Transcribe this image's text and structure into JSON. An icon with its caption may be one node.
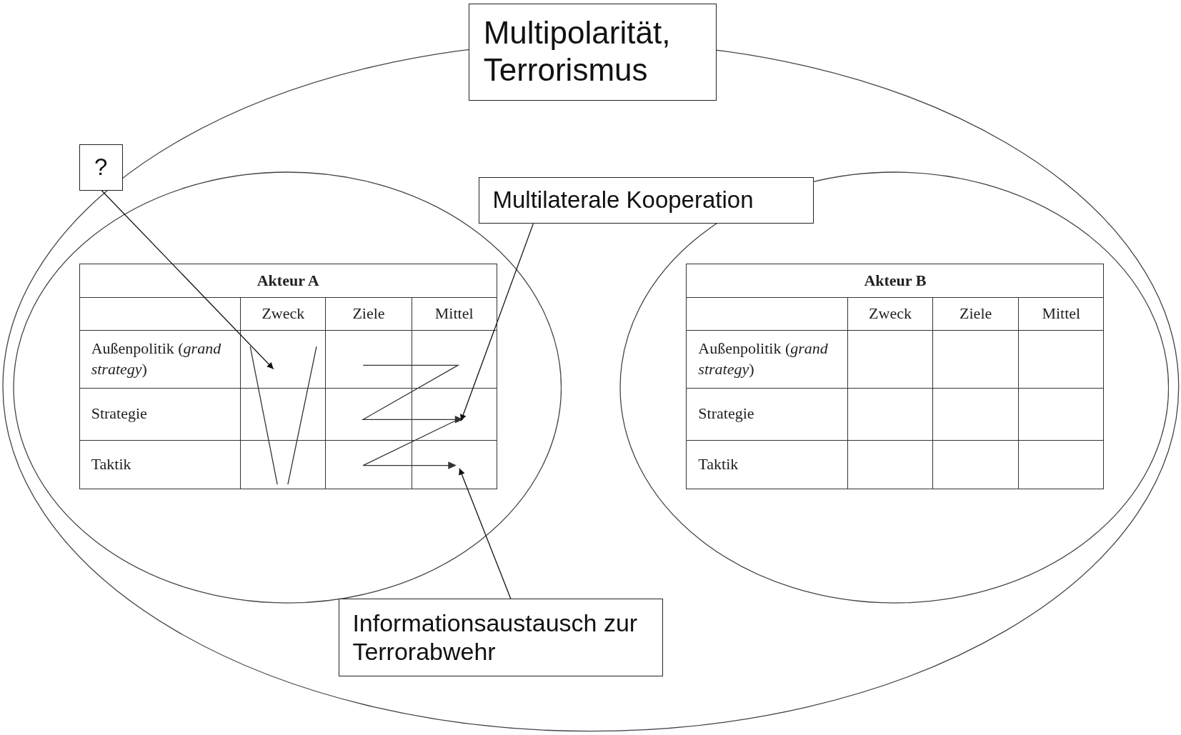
{
  "diagram": {
    "nodes": [
      {
        "text": [
          "Multipolarität, Terrorismus"
        ]
      },
      {
        "text": [
          "?"
        ]
      },
      {
        "text": [],
        "shape": "ellipse",
        "in": 0
      },
      {
        "text": [
          "Multilaterale Kooperation"
        ],
        "in": 0
      },
      {
        "text": [],
        "shape": "ellipse",
        "in": 0
      },
      {
        "text": [
          "Akteur A",
          "Zweck",
          "Ziele",
          "Mittel",
          "Außenpolitik (*grand strategy*)",
          "Strategie",
          "Taktik"
        ],
        "in": 2
      },
      {
        "text": [],
        "shape": "picture",
        "in": 5
      },
      {
        "text": [],
        "shape": "picture",
        "in": 5
      },
      {
        "text": [
          "Akteur B",
          "Zweck",
          "Ziele",
          "Mittel",
          "Außenpolitik (*grand strategy*)",
          "Strategie",
          "Taktik"
        ],
        "in": 4
      },
      {
        "text": [
          "Informationsaustausch zur Terrorabwehr"
        ],
        "in": 0
      }
    ],
    "edges": [
      {
        "from": 1,
        "to": 6,
        "arrow": "to"
      },
      {
        "from": 3,
        "to": 7,
        "arrow": "to"
      },
      {
        "from": 9,
        "to": 7,
        "arrow": "to"
      }
    ]
  }
}
